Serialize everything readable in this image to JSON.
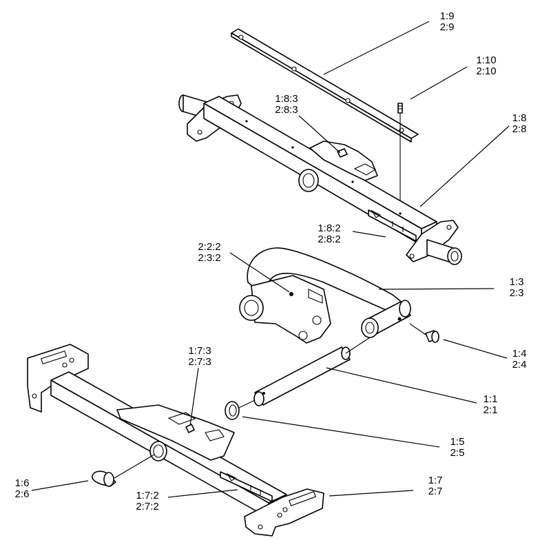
{
  "callouts": [
    {
      "id": "c9",
      "line1": "1:9",
      "line2": "2:9"
    },
    {
      "id": "c10",
      "line1": "1:10",
      "line2": "2:10"
    },
    {
      "id": "c83",
      "line1": "1:8:3",
      "line2": "2:8:3"
    },
    {
      "id": "c8",
      "line1": "1:8",
      "line2": "2:8"
    },
    {
      "id": "c82",
      "line1": "1:8:2",
      "line2": "2:8:2"
    },
    {
      "id": "c22",
      "line1": "2:2:2",
      "line2": "2:3:2"
    },
    {
      "id": "c3",
      "line1": "1:3",
      "line2": "2:3"
    },
    {
      "id": "c4",
      "line1": "1:4",
      "line2": "2:4"
    },
    {
      "id": "c73",
      "line1": "1:7:3",
      "line2": "2:7:3"
    },
    {
      "id": "c1",
      "line1": "1:1",
      "line2": "2:1"
    },
    {
      "id": "c5",
      "line1": "1:5",
      "line2": "2:5"
    },
    {
      "id": "c6",
      "line1": "1:6",
      "line2": "2:6"
    },
    {
      "id": "c72",
      "line1": "1:7:2",
      "line2": "2:7:2"
    },
    {
      "id": "c7",
      "line1": "1:7",
      "line2": "2:7"
    }
  ]
}
